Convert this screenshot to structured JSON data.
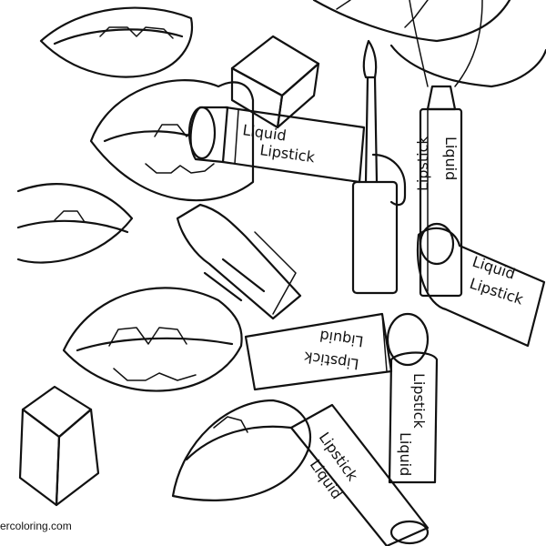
{
  "labels": {
    "liquid": "Liquid",
    "lipstick": "Lipstick"
  },
  "watermark": "ercoloring.com",
  "colors": {
    "line": "#111111",
    "paper": "#ffffff"
  }
}
